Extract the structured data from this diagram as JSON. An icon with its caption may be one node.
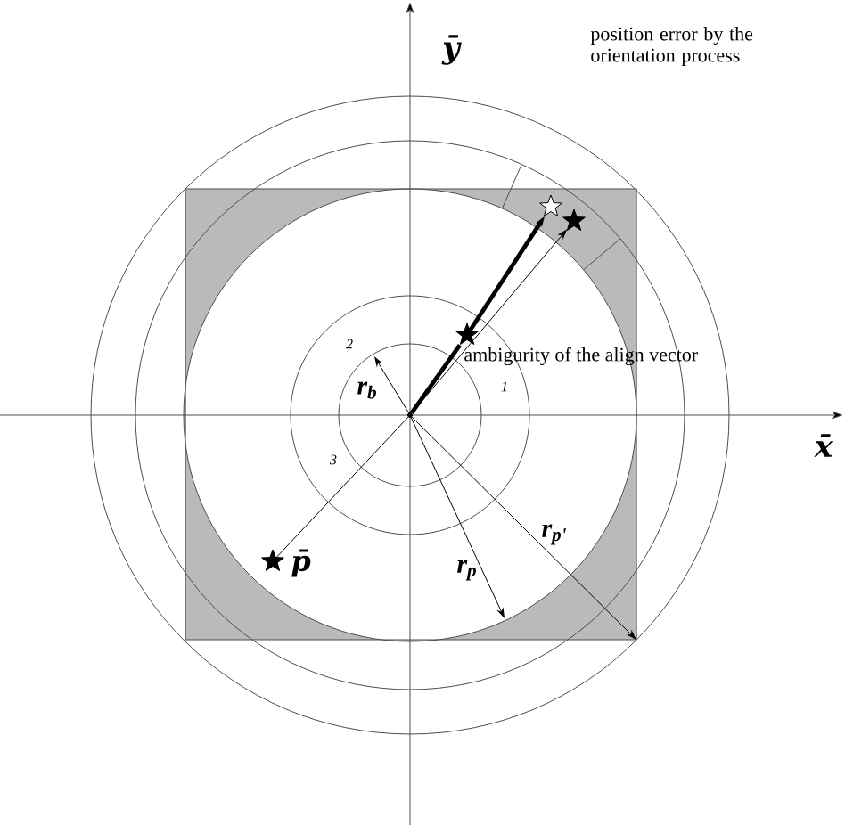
{
  "diagram": {
    "nodes": [
      {
        "text": [],
        "shape": "star"
      },
      {
        "text": [],
        "shape": "star"
      },
      {
        "text": [],
        "shape": "star"
      },
      {
        "text": [],
        "shape": "star",
        "beside": [
          "p̄"
        ]
      },
      {
        "text": [],
        "shape": "dot"
      }
    ],
    "edges": [
      {
        "from": 4,
        "to": 0,
        "arrow": "none",
        "style": "thick"
      },
      {
        "from": 0,
        "to": 1,
        "arrow": "to",
        "style": "thick"
      },
      {
        "from": 4,
        "to": 2,
        "arrow": "to"
      },
      {
        "from": 4,
        "to": 3,
        "arrow": "none"
      }
    ],
    "labels": [
      "ȳ",
      "position error by the orientation process",
      "ambigurity of the align vector",
      "2",
      "r$_{b}$",
      "1",
      "x̄",
      "3",
      "r$_{p'}$",
      "r$_{p}$"
    ]
  }
}
